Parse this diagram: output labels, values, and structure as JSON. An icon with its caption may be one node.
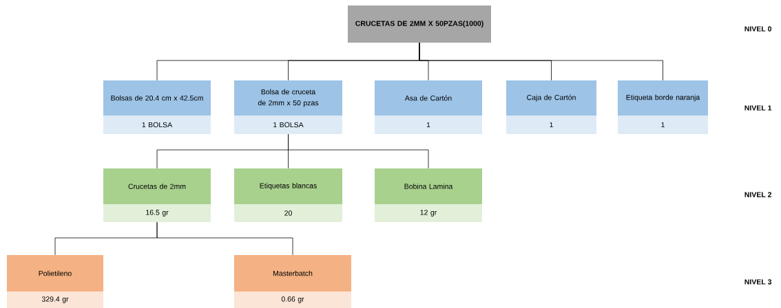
{
  "diagram": {
    "nodes": [
      {
        "text": [
          "CRUCETAS DE 2MM X 50PZAS(1000)"
        ]
      },
      {
        "text": [
          "Bolsas de 20.4 cm x 42.5cm",
          "1 BOLSA"
        ]
      },
      {
        "text": [
          "Bolsa de cruceta de 2mm x 50 pzas",
          "1 BOLSA"
        ]
      },
      {
        "text": [
          "Asa de Cartón",
          "1"
        ]
      },
      {
        "text": [
          "Caja de Cartón",
          "1"
        ]
      },
      {
        "text": [
          "Etiqueta borde naranja",
          "1"
        ]
      },
      {
        "text": [
          "Crucetas de 2mm",
          "16.5 gr"
        ]
      },
      {
        "text": [
          "Etiquetas blancas",
          "20"
        ]
      },
      {
        "text": [
          "Bobina Lamina",
          "12 gr"
        ]
      },
      {
        "text": [
          "Polietileno",
          "329.4 gr"
        ]
      },
      {
        "text": [
          "Masterbatch",
          "0.66 gr"
        ]
      }
    ],
    "edges": [
      {
        "from": 0,
        "to": 1,
        "arrow": "none"
      },
      {
        "from": 0,
        "to": 2,
        "arrow": "none"
      },
      {
        "from": 0,
        "to": 3,
        "arrow": "none"
      },
      {
        "from": 0,
        "to": 4,
        "arrow": "none"
      },
      {
        "from": 0,
        "to": 5,
        "arrow": "none"
      },
      {
        "from": 2,
        "to": 6,
        "arrow": "none"
      },
      {
        "from": 2,
        "to": 7,
        "arrow": "none"
      },
      {
        "from": 2,
        "to": 8,
        "arrow": "none"
      },
      {
        "from": 6,
        "to": 9,
        "arrow": "none"
      },
      {
        "from": 6,
        "to": 10,
        "arrow": "none"
      }
    ],
    "labels": [
      "NIVEL 0",
      "NIVEL 1",
      "NIVEL 2",
      "NIVEL 3"
    ]
  }
}
